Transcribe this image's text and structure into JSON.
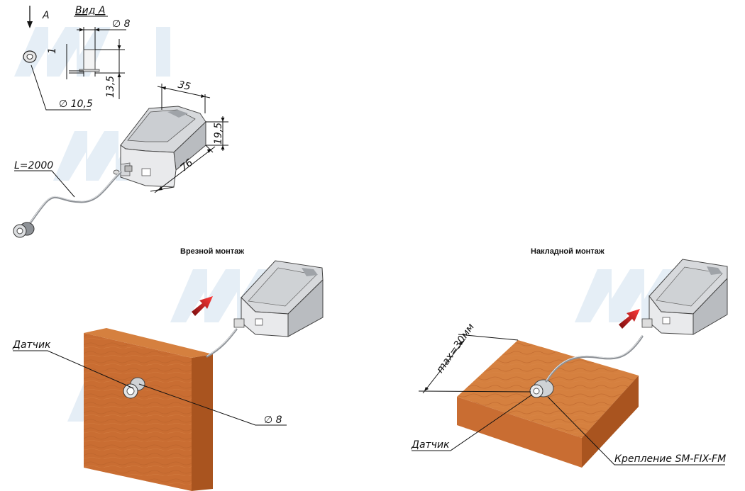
{
  "labels": {
    "view_arrow": "A",
    "view_a": "Вид А",
    "dia_8_top": "∅ 8",
    "dim_1": "1",
    "dim_13_5": "13,5",
    "dia_10_5": "∅ 10,5",
    "dim_35": "35",
    "dim_19_5": "19,5",
    "dim_76": "76",
    "cable_length": "L=2000"
  },
  "recessed": {
    "title": "Врезной монтаж",
    "sensor_label": "Датчик",
    "dia_label": "∅ 8"
  },
  "surface": {
    "title": "Накладной монтаж",
    "max_label": "max=30мм",
    "sensor_label": "Датчик",
    "mount_label": "Крепление SM-FIX-FM"
  },
  "colors": {
    "wood": "#c96d32",
    "box": "#d7d9dc",
    "arrow": "#d92020",
    "watermark": "#cfe0ee"
  }
}
